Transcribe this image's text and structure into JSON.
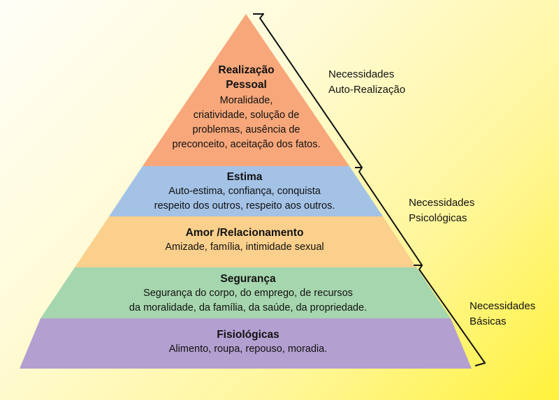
{
  "colors": {
    "realizacao": "#f7a77a",
    "estima": "#a3c2e6",
    "amor": "#fbd08c",
    "seguranca": "#a6d6ae",
    "fisiologicas": "#b39fd0",
    "bracket": "#111111"
  },
  "levels": {
    "realizacao": {
      "title_l1": "Realização",
      "title_l2": "Pessoal",
      "desc_l1": "Moralidade,",
      "desc_l2": "criatividade, solução de",
      "desc_l3": "problemas, ausência de",
      "desc_l4": "preconceito, aceitação dos fatos."
    },
    "estima": {
      "title": "Estima",
      "desc_l1": "Auto-estima, confiança, conquista",
      "desc_l2": "respeito dos outros, respeito aos outros."
    },
    "amor": {
      "title": "Amor /Relacionamento",
      "desc_l1": "Amizade, família, intimidade sexual"
    },
    "seguranca": {
      "title": "Segurança",
      "desc_l1": "Segurança do corpo, do emprego, de recursos",
      "desc_l2": "da moralidade, da família, da saúde, da propriedade."
    },
    "fisiologicas": {
      "title": "Fisiológicas",
      "desc_l1": "Alimento, roupa, repouso, moradia."
    }
  },
  "groups": {
    "autorealizacao": {
      "l1": "Necessidades",
      "l2": "Auto-Realização"
    },
    "psicologicas": {
      "l1": "Necessidades",
      "l2": "Psicológicas"
    },
    "basicas": {
      "l1": "Necessidades",
      "l2": "Básicas"
    }
  }
}
